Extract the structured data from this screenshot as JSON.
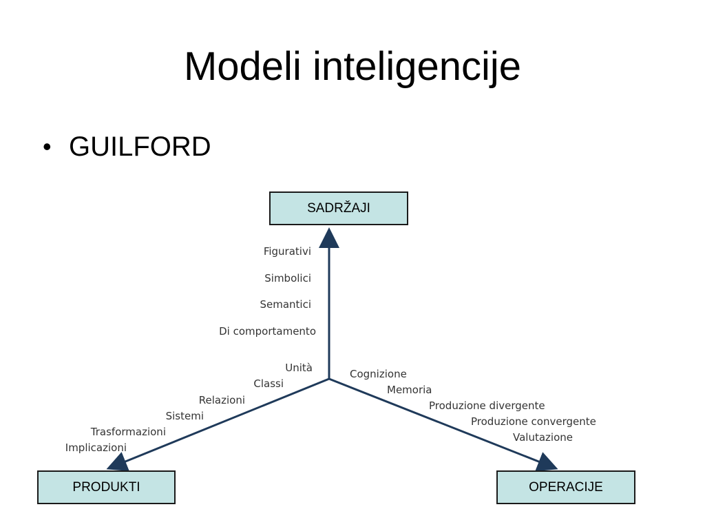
{
  "slide": {
    "title": "Modeli inteligencije",
    "bullets": [
      "GUILFORD"
    ]
  },
  "diagram": {
    "axes": {
      "top": "SADRŽAJI",
      "left": "PRODUKTI",
      "right": "OPERACIJE"
    },
    "content_labels": [
      "Figurativi",
      "Simbolici",
      "Semantici",
      "Di comportamento"
    ],
    "product_labels": [
      "Unità",
      "Classi",
      "Relazioni",
      "Sistemi",
      "Trasformazioni",
      "Implicazioni"
    ],
    "operation_labels": [
      "Cognizione",
      "Memoria",
      "Produzione divergente",
      "Produzione convergente",
      "Valutazione"
    ],
    "colors": {
      "box_fill": "#c4e4e4",
      "arrow": "#1f3a5a"
    }
  }
}
